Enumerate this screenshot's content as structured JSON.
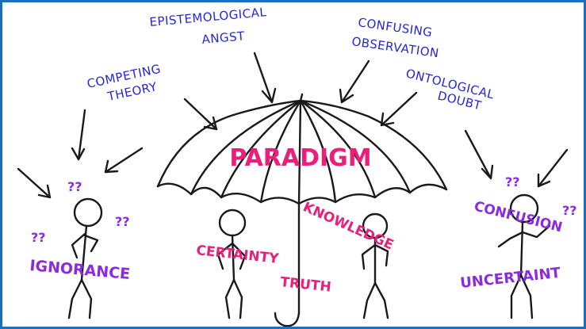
{
  "colors": {
    "frame": "#1f6fb8",
    "forces_text": "#2626d9",
    "paradigm_text": "#ea1f7a",
    "state_text": "#8a2be2",
    "ink": "#1a1a1a"
  },
  "forces": {
    "epistemological_1": "EPISTEMOLOGICAL",
    "epistemological_2": "ANGST",
    "confusing_1": "CONFUSING",
    "confusing_2": "OBSERVATION",
    "competing_1": "COMPETING",
    "competing_2": "THEORY",
    "ontological_1": "ONTOLOGICAL",
    "ontological_2": "DOUBT"
  },
  "umbrella": {
    "title": "PARADIGM",
    "certainty": "CERTAINTY",
    "knowledge": "KNOWLEDGE",
    "truth": "TRUTH"
  },
  "left_person": {
    "label": "IGNORANCE",
    "q1": "??",
    "q2": "??",
    "q3": "??"
  },
  "right_person": {
    "label_1": "CONFUSION",
    "label_2": "UNCERTAINT",
    "q1": "??",
    "q2": "??"
  },
  "icons": [
    "arrow-icon",
    "umbrella-icon",
    "stick-figure-icon"
  ]
}
